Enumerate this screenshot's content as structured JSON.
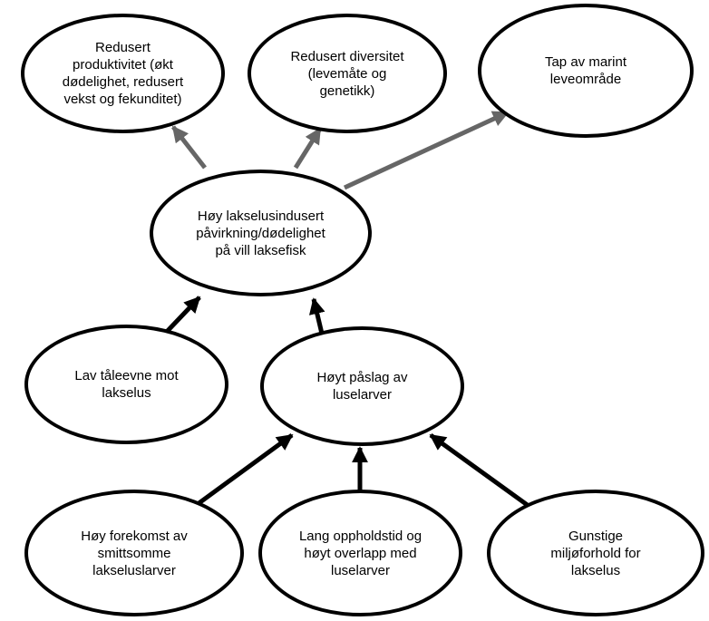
{
  "nodes": {
    "productivity": "Redusert\nproduktivitet (økt\ndødelighet, redusert\nvekst og fekunditet)",
    "diversity": "Redusert diversitet\n(levemåte og\ngenetikk)",
    "habitat": "Tap av marint\nleveområde",
    "impact": "Høy lakselusindusert\npåvirkning/dødelighet\npå vill laksefisk",
    "tolerance": "Lav tåleevne mot\nlakselus",
    "infestation": "Høyt påslag av\nluselarver",
    "occurrence": "Høy forekomst av\nsmittsomme\nlakseluslarver",
    "residence": "Lang oppholdstid og\nhøyt overlapp med\nluselarver",
    "conditions": "Gunstige\nmiljøforhold for\nlakselus"
  },
  "colors": {
    "outline": "#000000",
    "effect_arrow": "#666666",
    "cause_arrow": "#000000"
  }
}
